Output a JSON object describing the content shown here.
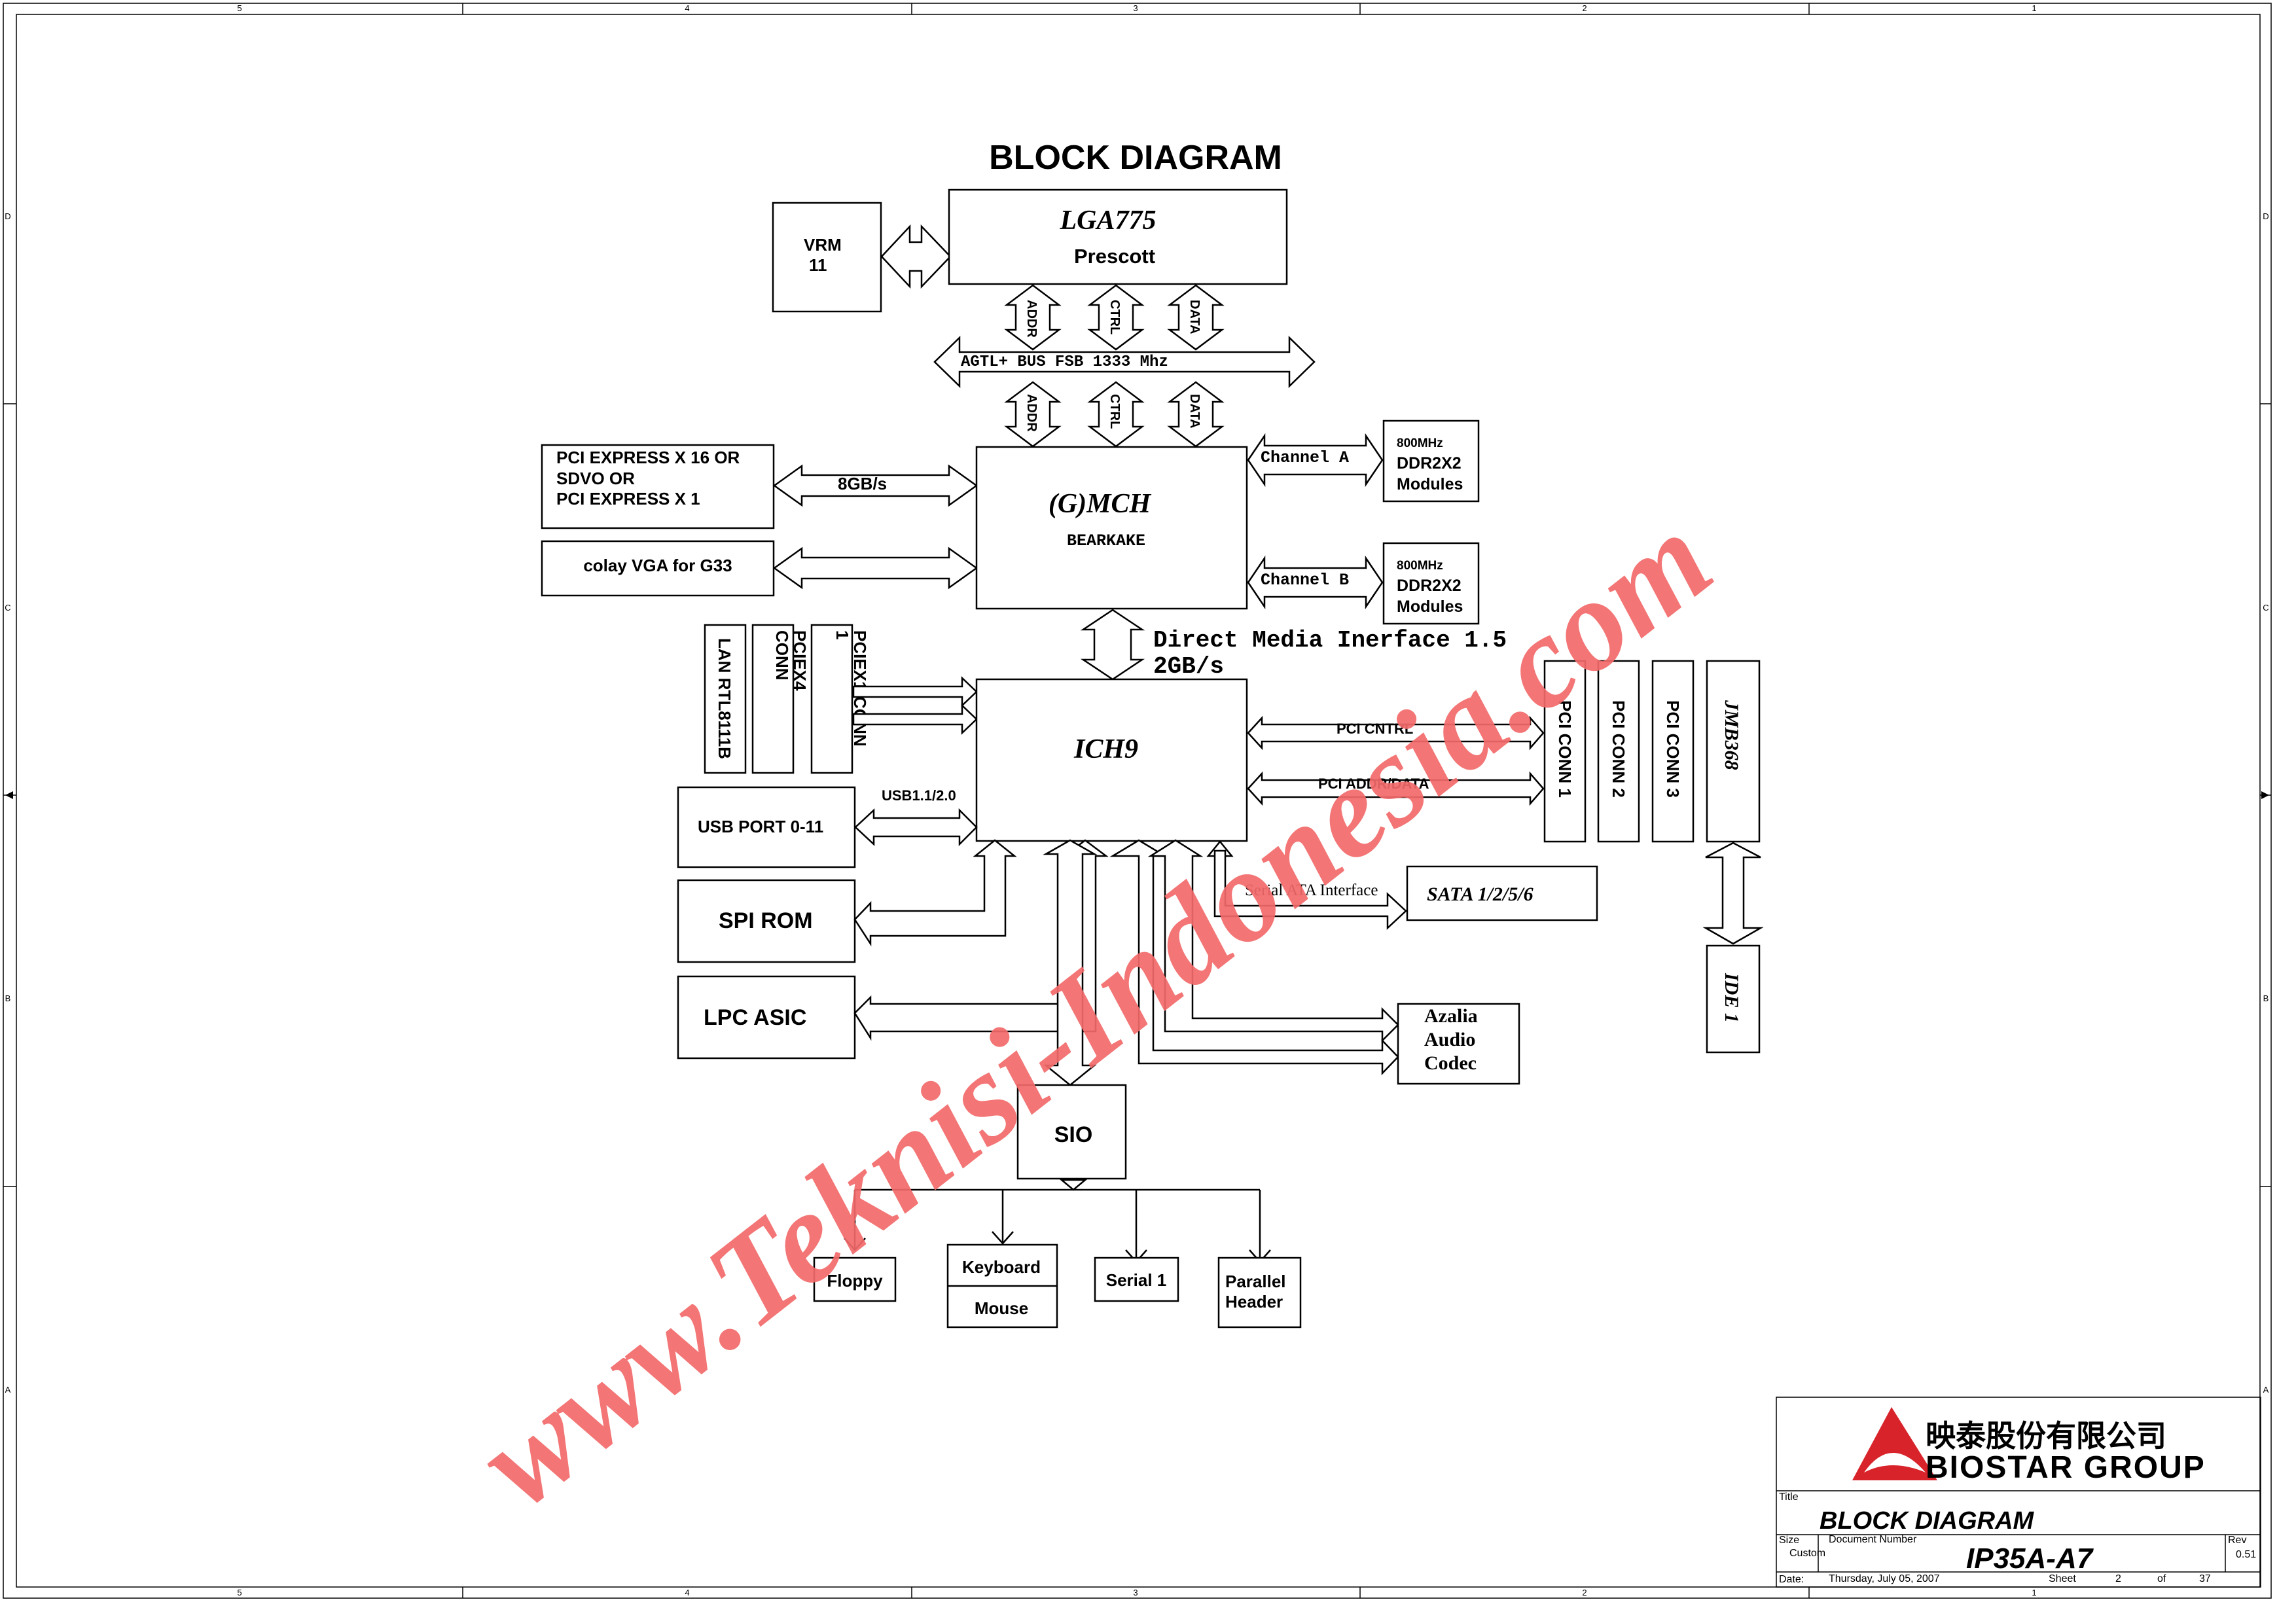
{
  "diagram_title": "BLOCK DIAGRAM",
  "zones": {
    "columns": [
      "5",
      "4",
      "3",
      "2",
      "1"
    ],
    "rows": [
      "D",
      "C",
      "B",
      "A"
    ]
  },
  "blocks": {
    "vrm": {
      "line1": "VRM",
      "line2": "11"
    },
    "cpu": {
      "socket": "LGA775",
      "name": "Prescott"
    },
    "fsb": {
      "label": "AGTL+ BUS FSB 1333 Mhz",
      "addr": "ADDR",
      "ctrl": "CTRL",
      "data": "DATA"
    },
    "pcie_graphics": {
      "line1": "PCI EXPRESS X 16 OR",
      "line2": "SDVO OR",
      "line3": "PCI EXPRESS X 1",
      "bandwidth": "8GB/s"
    },
    "vga": {
      "label": "colay VGA for G33"
    },
    "mch": {
      "name": "(G)MCH",
      "codename": "BEARKAKE"
    },
    "dimm_a": {
      "speed": "800MHz",
      "type": "DDR2X2",
      "label": "Modules",
      "channel": "Channel A"
    },
    "dimm_b": {
      "speed": "800MHz",
      "type": "DDR2X2",
      "label": "Modules",
      "channel": "Channel B"
    },
    "dmi": {
      "line1": "Direct Media Inerface 1.5",
      "line2": "2GB/s"
    },
    "lan": {
      "label": "LAN RTL8111B"
    },
    "pciex4": {
      "line1": "PCIEX4",
      "line2": "CONN"
    },
    "pciex1": {
      "line1": "PCIEX1-CONN",
      "line2": "1"
    },
    "ich": {
      "name": "ICH9"
    },
    "usb": {
      "label": "USB PORT 0-11",
      "bus": "USB1.1/2.0"
    },
    "spi": {
      "label": "SPI ROM"
    },
    "lpc": {
      "label": "LPC ASIC"
    },
    "sio": {
      "label": "SIO"
    },
    "floppy": {
      "label": "Floppy"
    },
    "kbms": {
      "keyboard": "Keyboard",
      "mouse": "Mouse"
    },
    "serial": {
      "label": "Serial 1"
    },
    "parallel": {
      "line1": "Parallel",
      "line2": "Header"
    },
    "pci_bus": {
      "cntrl": "PCI CNTRL",
      "addr": "PCI ADDR/DATA"
    },
    "pci_conn": [
      "PCI CONN 1",
      "PCI CONN 2",
      "PCI CONN 3"
    ],
    "jmb": {
      "label": "JMB368"
    },
    "ide": {
      "label": "IDE 1"
    },
    "sata": {
      "label": "SATA 1/2/5/6",
      "bus": "Serial ATA Interface"
    },
    "azalia": {
      "line1": "Azalia",
      "line2": "Audio",
      "line3": "Codec"
    }
  },
  "watermark": "www.Teknisi-Indonesia.com",
  "title_block": {
    "company_cn": "映泰股份有限公司",
    "company_en": "BIOSTAR GROUP",
    "title_label": "Title",
    "title": "BLOCK DIAGRAM",
    "size_label": "Size",
    "size": "Custom",
    "docnum_label": "Document Number",
    "docnum": "IP35A-A7",
    "rev_label": "Rev",
    "rev": "0.51",
    "date_label": "Date:",
    "date": "Thursday, July 05, 2007",
    "sheet_label": "Sheet",
    "sheet": "2",
    "of_label": "of",
    "total": "37"
  },
  "colors": {
    "watermark": "#f26a6a",
    "logo": "#d8232a",
    "ink": "#000000"
  }
}
